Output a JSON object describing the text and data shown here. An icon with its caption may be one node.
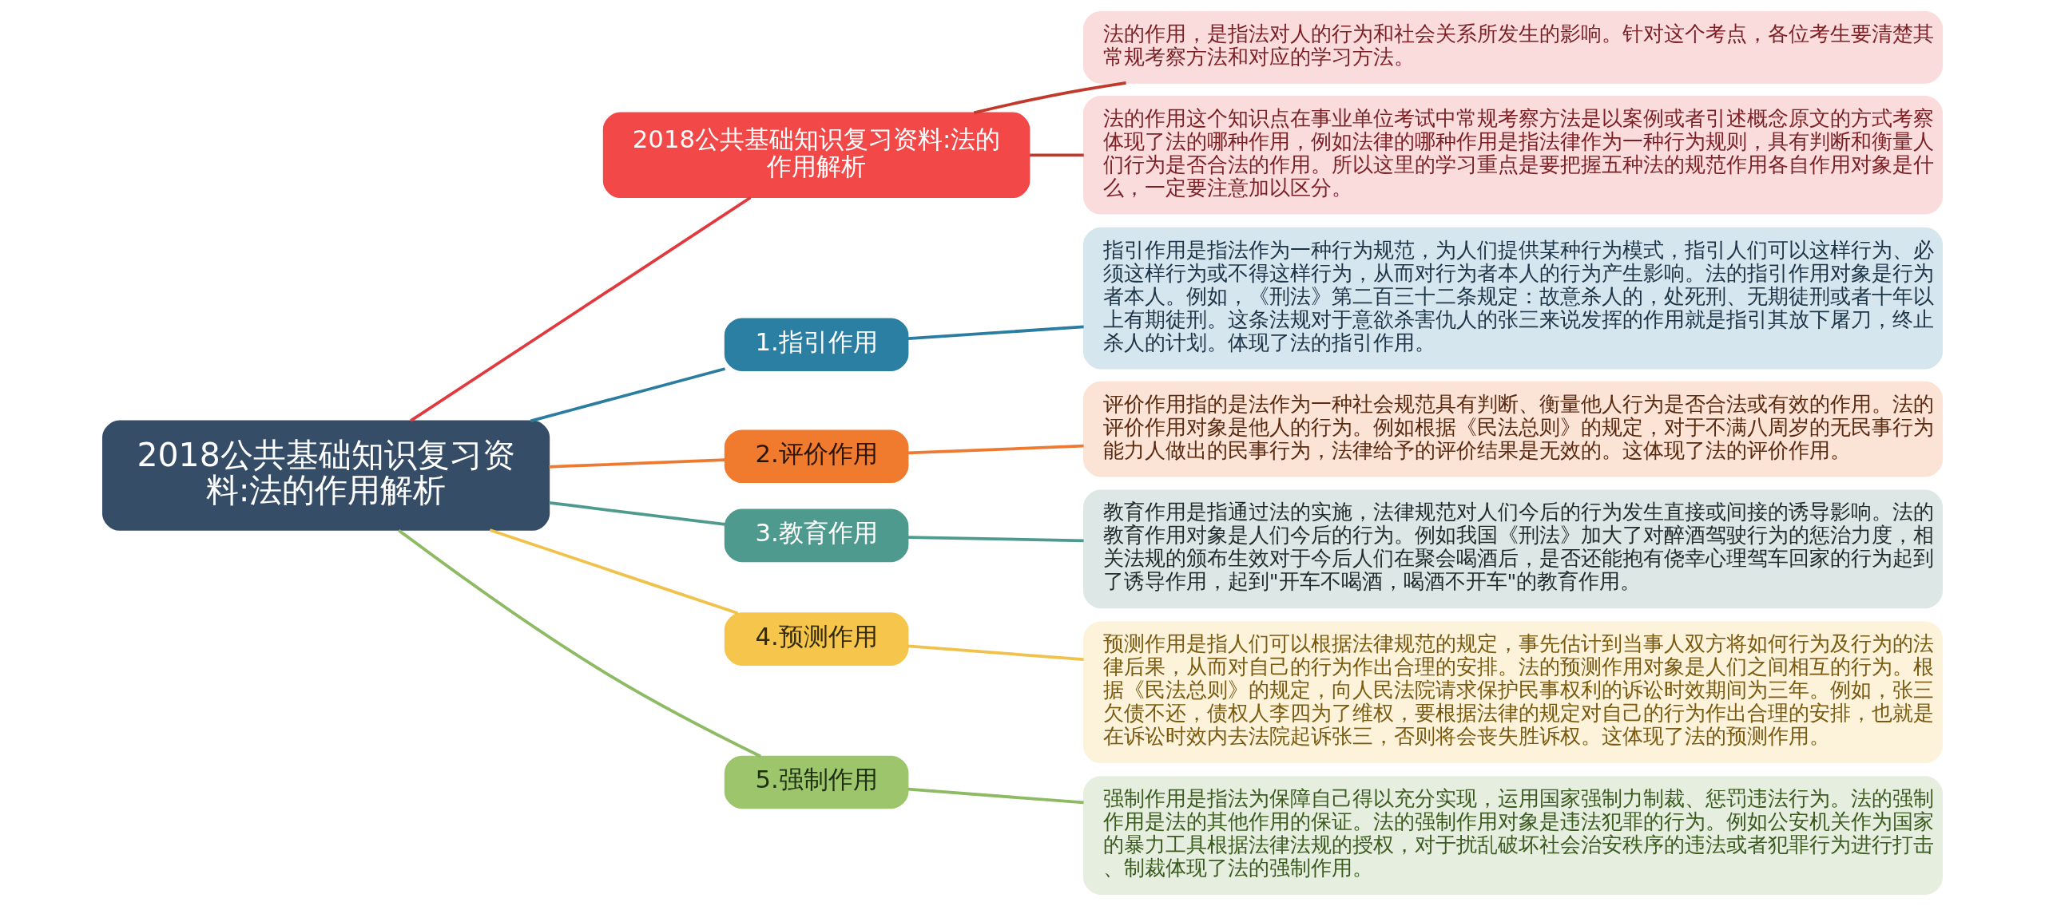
{
  "diagram": {
    "nodes": [
      {
        "text": [
          "2018公共基础知识复习资料:法的作用解析"
        ]
      },
      {
        "text": [
          "2018公共基础知识复习资料:法的作用解析"
        ]
      },
      {
        "text": [
          "法的作用，是指法对人的行为和社会关系所发生的影响。针对这个考点，各位考生要清楚其常规考察方法和对应的学习方法。"
        ]
      },
      {
        "text": [
          "法的作用这个知识点在事业单位考试中常规考察方法是以案例或者引述概念原文的方式考察体现了法的哪种作用，例如法律的哪种作用是指法律作为一种行为规则，具有判断和衡量人们行为是否合法的作用。所以这里的学习重点是要把握五种法的规范作用各自作用对象是什么，一定要注意加以区分。"
        ]
      },
      {
        "text": [
          "1.指引作用"
        ]
      },
      {
        "text": [
          "指引作用是指法作为一种行为规范，为人们提供某种行为模式，指引人们可以这样行为、必须这样行为或不得这样行为，从而对行为者本人的行为产生影响。法的指引作用对象是行为者本人。例如，《刑法》第二百三十二条规定：故意杀人的，处死刑、无期徒刑或者十年以上有期徒刑。这条法规对于意欲杀害仇人的张三来说发挥的作用就是指引其放下屠刀，终止杀人的计划。体现了法的指引作用。"
        ]
      },
      {
        "text": [
          "2.评价作用"
        ]
      },
      {
        "text": [
          "评价作用指的是法作为一种社会规范具有判断、衡量他人行为是否合法或有效的作用。法的评价作用对象是他人的行为。例如根据《民法总则》的规定，对于不满八周岁的无民事行为能力人做出的民事行为，法律给予的评价结果是无效的。这体现了法的评价作用。"
        ]
      },
      {
        "text": [
          "3.教育作用"
        ]
      },
      {
        "text": [
          "教育作用是指通过法的实施，法律规范对人们今后的行为发生直接或间接的诱导影响。法的教育作用对象是人们今后的行为。例如我国《刑法》加大了对醉酒驾驶行为的惩治力度，相关法规的颁布生效对于今后人们在聚会喝酒后，是否还能抱有侥幸心理驾车回家的行为起到了诱导作用，起到\"开车不喝酒，喝酒不开车\"的教育作用。"
        ]
      },
      {
        "text": [
          "4.预测作用"
        ]
      },
      {
        "text": [
          "预测作用是指人们可以根据法律规范的规定，事先估计到当事人双方将如何行为及行为的法律后果，从而对自己的行为作出合理的安排。法的预测作用对象是人们之间相互的行为。根据《民法总则》的规定，向人民法院请求保护民事权利的诉讼时效期间为三年。例如，张三欠债不还，债权人李四为了维权，要根据法律的规定对自己的行为作出合理的安排，也就是在诉讼时效内去法院起诉张三，否则将会丧失胜诉权。这体现了法的预测作用。"
        ]
      },
      {
        "text": [
          "5.强制作用"
        ]
      },
      {
        "text": [
          "强制作用是指法为保障自己得以充分实现，运用国家强制力制裁、惩罚违法行为。法的强制作用是法的其他作用的保证。法的强制作用对象是违法犯罪的行为。例如公安机关作为国家的暴力工具根据法律法规的授权，对于扰乱破坏社会治安秩序的违法或者犯罪行为进行打击、制裁体现了法的强制作用。"
        ]
      }
    ],
    "edges": [
      {
        "from": 0,
        "to": 1,
        "arrow": "none",
        "color": "#e0393e"
      },
      {
        "from": 1,
        "to": 2,
        "arrow": "none",
        "color": "#c0392b"
      },
      {
        "from": 1,
        "to": 3,
        "arrow": "none",
        "color": "#c0392b"
      },
      {
        "from": 0,
        "to": 4,
        "arrow": "none",
        "color": "#2a7da0"
      },
      {
        "from": 4,
        "to": 5,
        "arrow": "none",
        "color": "#2a7da0"
      },
      {
        "from": 0,
        "to": 6,
        "arrow": "none",
        "color": "#ee7a32"
      },
      {
        "from": 6,
        "to": 7,
        "arrow": "none",
        "color": "#ee7a32"
      },
      {
        "from": 0,
        "to": 8,
        "arrow": "none",
        "color": "#4f9a8e"
      },
      {
        "from": 8,
        "to": 9,
        "arrow": "none",
        "color": "#4f9a8e"
      },
      {
        "from": 0,
        "to": 10,
        "arrow": "none",
        "color": "#f0c24c"
      },
      {
        "from": 10,
        "to": 11,
        "arrow": "none",
        "color": "#f0c24c"
      },
      {
        "from": 0,
        "to": 12,
        "arrow": "none",
        "color": "#8dba63"
      },
      {
        "from": 12,
        "to": 13,
        "arrow": "none",
        "color": "#8dba63"
      }
    ]
  }
}
